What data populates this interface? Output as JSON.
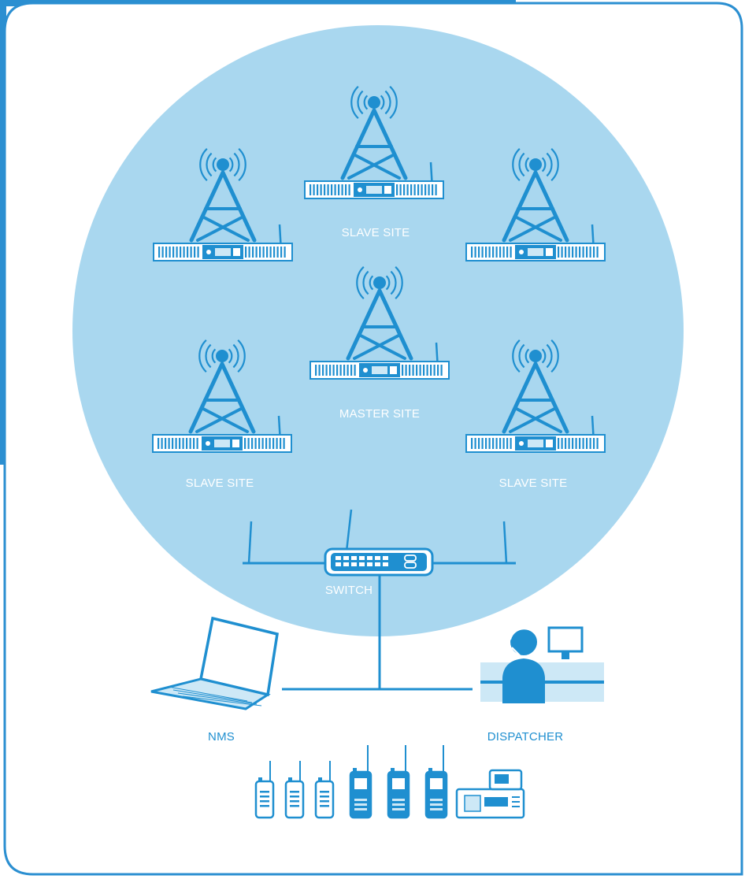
{
  "colors": {
    "frame_blue": "#2b8fd1",
    "circle_fill": "#a9d7ef",
    "icon_blue": "#1f8fd0",
    "device_fill": "#cde8f6",
    "label_on_circle": "#ffffff",
    "label_off_circle": "#1f8fd0"
  },
  "sites": [
    {
      "id": "slave-top",
      "label": "SLAVE SITE"
    },
    {
      "id": "slave-left-upper",
      "label": ""
    },
    {
      "id": "slave-right-upper",
      "label": ""
    },
    {
      "id": "master",
      "label": "MASTER SITE"
    },
    {
      "id": "slave-left-lower",
      "label": "SLAVE SITE"
    },
    {
      "id": "slave-right-lower",
      "label": "SLAVE SITE"
    }
  ],
  "switch": {
    "label": "SWITCH",
    "icon": "network-switch-icon"
  },
  "endpoints": {
    "nms": {
      "label": "NMS",
      "icon": "laptop-icon"
    },
    "dispatcher": {
      "label": "DISPATCHER",
      "icon": "dispatcher-console-icon"
    }
  },
  "radios": {
    "portable_count": 6,
    "mobile_count": 1,
    "icons": [
      "portable-radio-icon",
      "mobile-radio-icon"
    ]
  }
}
